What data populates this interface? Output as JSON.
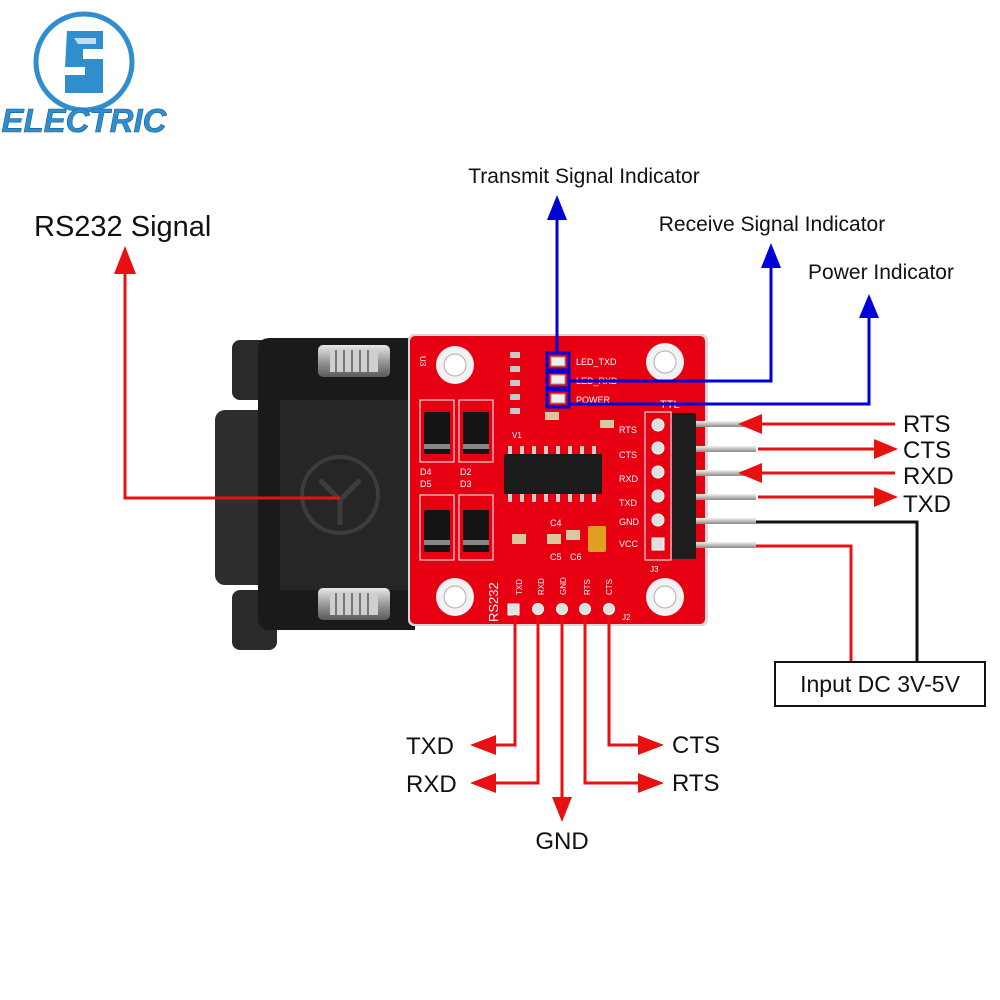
{
  "logo": {
    "text": "ELECTRIC",
    "color": "#2f8fce"
  },
  "colors": {
    "signal_arrow": "#e81010",
    "led_arrow": "#0000d8",
    "board": "#e60012",
    "wire": "#111111"
  },
  "labels": {
    "rs232_signal": "RS232 Signal",
    "transmit_indicator": "Transmit Signal Indicator",
    "receive_indicator": "Receive Signal Indicator",
    "power_indicator": "Power Indicator",
    "input_dc": "Input DC 3V-5V"
  },
  "right_pins": [
    {
      "label": "RTS",
      "direction": "in"
    },
    {
      "label": "CTS",
      "direction": "out"
    },
    {
      "label": "RXD",
      "direction": "in"
    },
    {
      "label": "TXD",
      "direction": "out"
    }
  ],
  "bottom_pins": {
    "txd": "TXD",
    "rxd": "RXD",
    "gnd": "GND",
    "cts": "CTS",
    "rts": "RTS"
  },
  "silkscreen": {
    "u3": "U3",
    "ttl": "TTL",
    "rs232": "RS232",
    "led_txd": "LED_TXD",
    "led_rxd": "LED_RXD",
    "power": "POWER",
    "pin_rts": "RTS",
    "pin_cts": "CTS",
    "pin_rxd": "RXD",
    "pin_txd": "TXD",
    "pin_gnd": "GND",
    "pin_vcc": "VCC",
    "bot_txd": "TXD",
    "bot_rxd": "RXD",
    "bot_gnd": "GND",
    "bot_rts": "RTS",
    "bot_cts": "CTS",
    "d4": "D4",
    "d5": "D5",
    "d2": "D2",
    "d3": "D3",
    "c4": "C4",
    "c5": "C5",
    "c6": "C6",
    "j2": "J2",
    "j3": "J3",
    "v1": "V1"
  }
}
